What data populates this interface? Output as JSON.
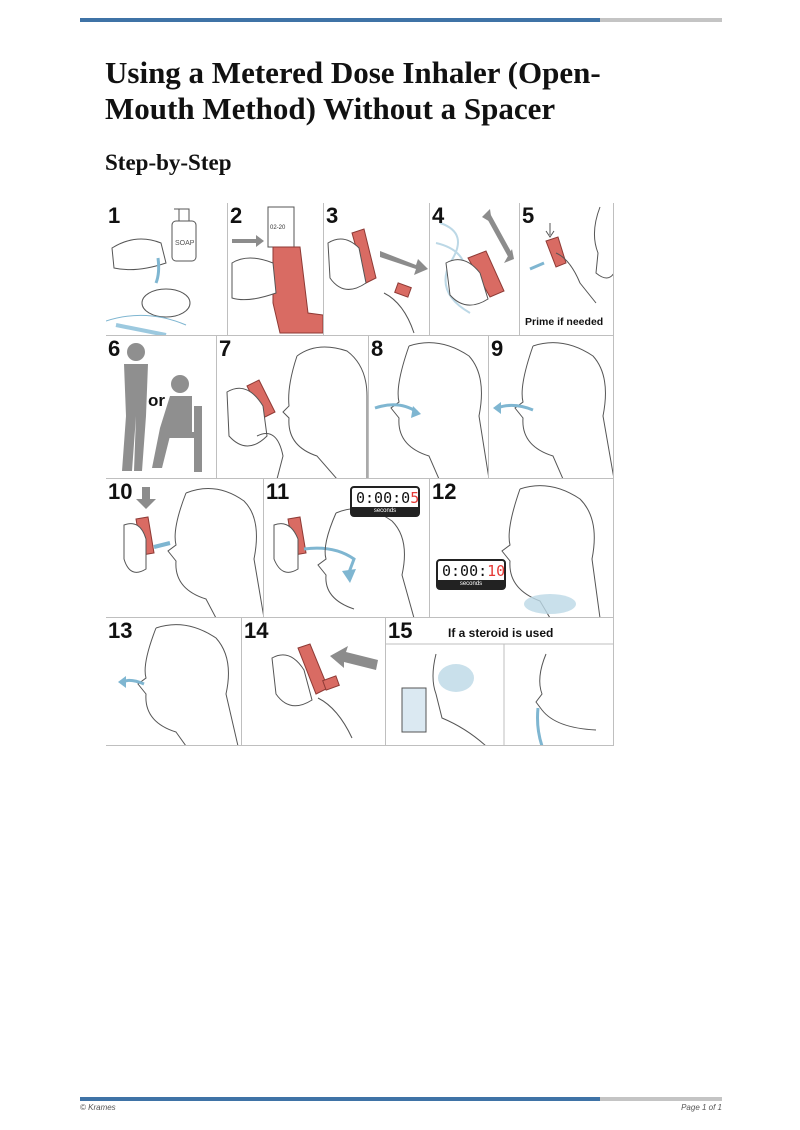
{
  "document": {
    "title": "Using a Metered Dose Inhaler (Open-Mouth Method) Without a Spacer",
    "subtitle": "Step-by-Step"
  },
  "steps": [
    {
      "number": "1"
    },
    {
      "number": "2"
    },
    {
      "number": "3"
    },
    {
      "number": "4"
    },
    {
      "number": "5",
      "caption": "Prime if needed"
    },
    {
      "number": "6",
      "caption": "or"
    },
    {
      "number": "7"
    },
    {
      "number": "8"
    },
    {
      "number": "9"
    },
    {
      "number": "10"
    },
    {
      "number": "11",
      "timer": "0:00:0",
      "timer_red": "5",
      "timer_label": "seconds"
    },
    {
      "number": "12",
      "timer": "0:00:",
      "timer_red": "10",
      "timer_label": "seconds"
    },
    {
      "number": "13"
    },
    {
      "number": "14"
    },
    {
      "number": "15",
      "caption": "If a steroid is used"
    }
  ],
  "illustration_labels": {
    "soap": "SOAP",
    "canister": "02-20"
  },
  "footer": {
    "left": "© Krames",
    "right": "Page 1 of 1"
  },
  "colors": {
    "accent_blue": "#3f73a6",
    "inhaler_red": "#d96b63",
    "arrow_gray": "#8c8c8c",
    "timer_red": "#e53935",
    "mist_blue": "#bcd8e6"
  }
}
